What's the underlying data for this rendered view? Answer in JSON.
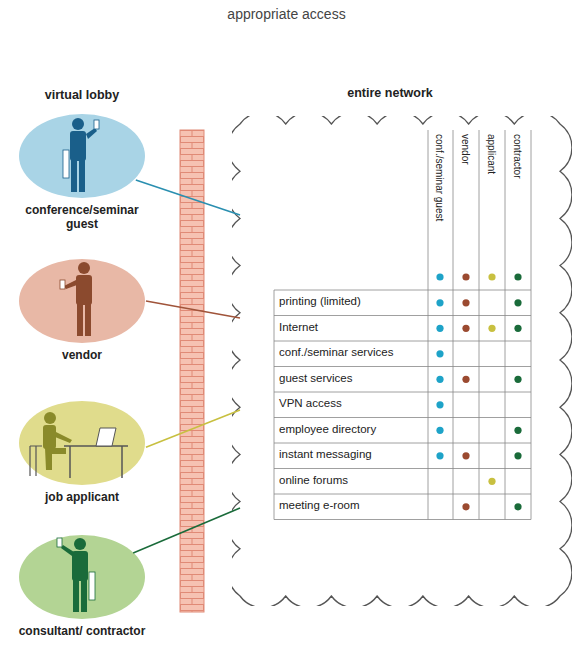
{
  "diagram": {
    "title": "appropriate access",
    "nodes": [
      {
        "text": [
          "conference/seminar guest"
        ]
      },
      {
        "text": [
          "vendor"
        ]
      },
      {
        "text": [
          "job applicant"
        ]
      },
      {
        "text": [
          "consultant/ contractor"
        ]
      },
      {
        "text": [
          "entire network"
        ]
      }
    ],
    "edges": [
      {
        "from": 0,
        "to": 4,
        "arrow": "none"
      },
      {
        "from": 1,
        "to": 4,
        "arrow": "none"
      },
      {
        "from": 2,
        "to": 4,
        "arrow": "none"
      },
      {
        "from": 3,
        "to": 4,
        "arrow": "none"
      }
    ],
    "labels": [
      "virtual lobby",
      "conf./seminar guest",
      "vendor",
      "applicant",
      "contractor",
      "printing (limited)",
      "Internet",
      "conf./seminar services",
      "guest services",
      "VPN access",
      "employee directory",
      "instant messaging",
      "online forums",
      "meeting e-room"
    ]
  }
}
